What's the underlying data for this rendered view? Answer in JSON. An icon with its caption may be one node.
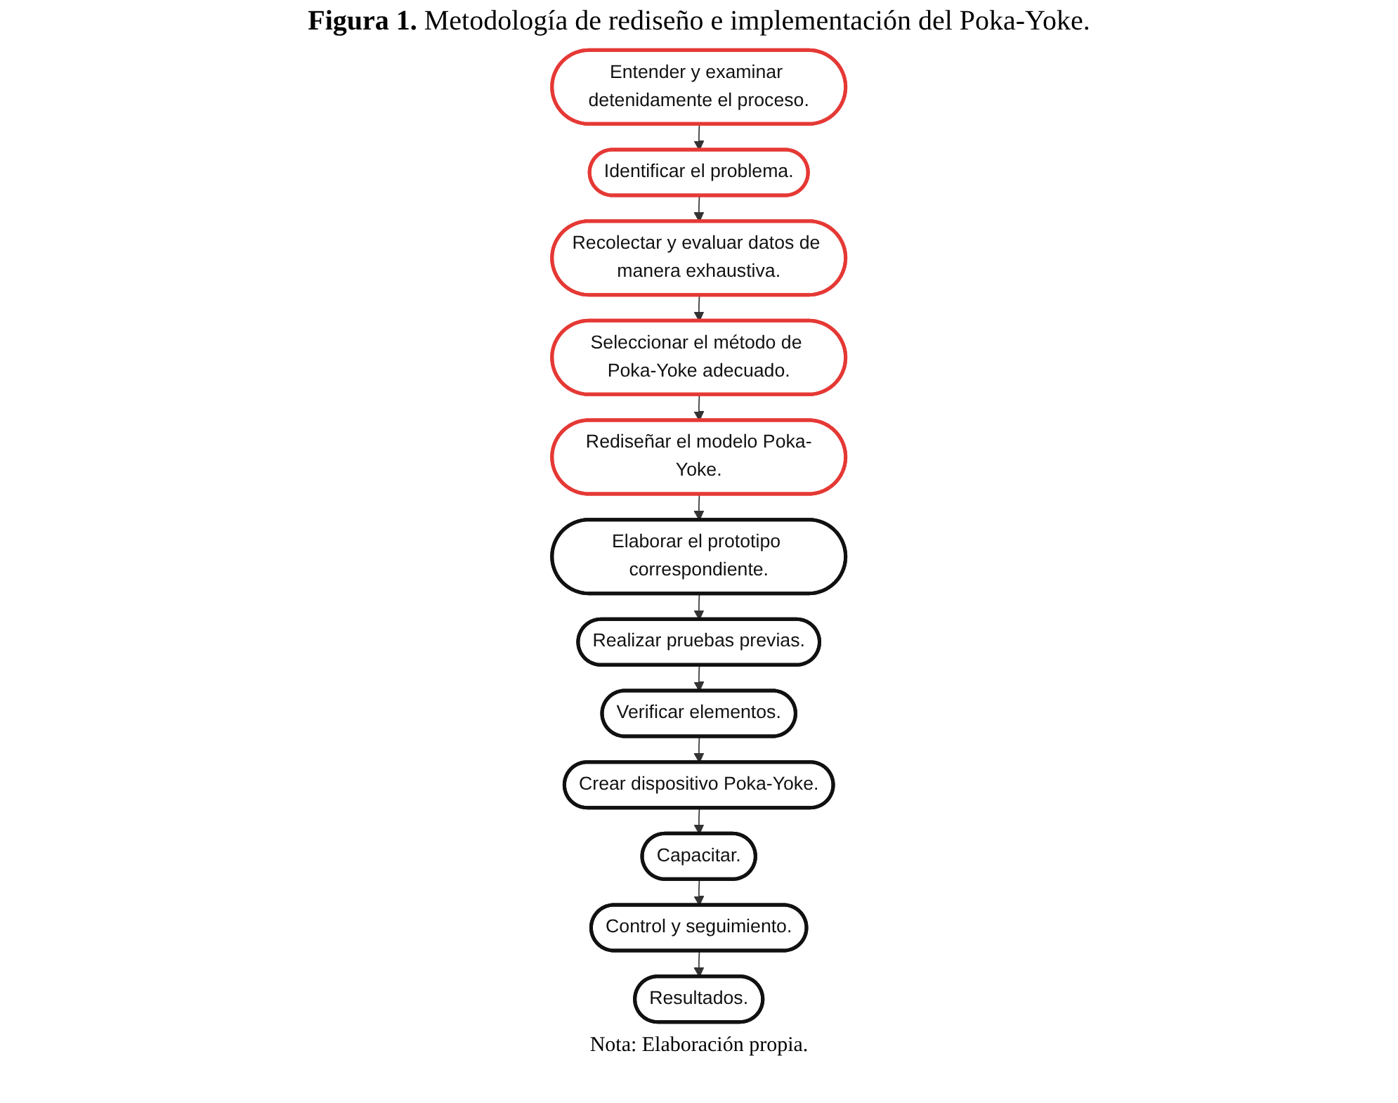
{
  "diagram": {
    "title": "**Figura 1.** Metodología de rediseño e implementación del Poka-Yoke.",
    "caption": "Nota: Elaboración propia.",
    "nodes": [
      {
        "text": [
          "Entender y examinar detenidamente el proceso."
        ]
      },
      {
        "text": [
          "Identificar el problema."
        ]
      },
      {
        "text": [
          "Recolectar y evaluar datos de manera exhaustiva."
        ]
      },
      {
        "text": [
          "Seleccionar el método de Poka-Yoke adecuado."
        ]
      },
      {
        "text": [
          "Rediseñar el modelo Poka-Yoke."
        ]
      },
      {
        "text": [
          "Elaborar el prototipo correspondiente."
        ]
      },
      {
        "text": [
          "Realizar pruebas previas."
        ]
      },
      {
        "text": [
          "Verificar elementos."
        ]
      },
      {
        "text": [
          "Crear dispositivo Poka-Yoke."
        ]
      },
      {
        "text": [
          "Capacitar."
        ]
      },
      {
        "text": [
          "Control y seguimiento."
        ]
      },
      {
        "text": [
          "Resultados."
        ]
      }
    ],
    "edges": [
      {
        "from": 0,
        "to": 1,
        "arrow": "to"
      },
      {
        "from": 1,
        "to": 2,
        "arrow": "to"
      },
      {
        "from": 2,
        "to": 3,
        "arrow": "to"
      },
      {
        "from": 3,
        "to": 4,
        "arrow": "to"
      },
      {
        "from": 4,
        "to": 5,
        "arrow": "to"
      },
      {
        "from": 5,
        "to": 6,
        "arrow": "to"
      },
      {
        "from": 6,
        "to": 7,
        "arrow": "to"
      },
      {
        "from": 7,
        "to": 8,
        "arrow": "to"
      },
      {
        "from": 8,
        "to": 9,
        "arrow": "to"
      },
      {
        "from": 9,
        "to": 10,
        "arrow": "to"
      },
      {
        "from": 10,
        "to": 11,
        "arrow": "to"
      }
    ]
  }
}
